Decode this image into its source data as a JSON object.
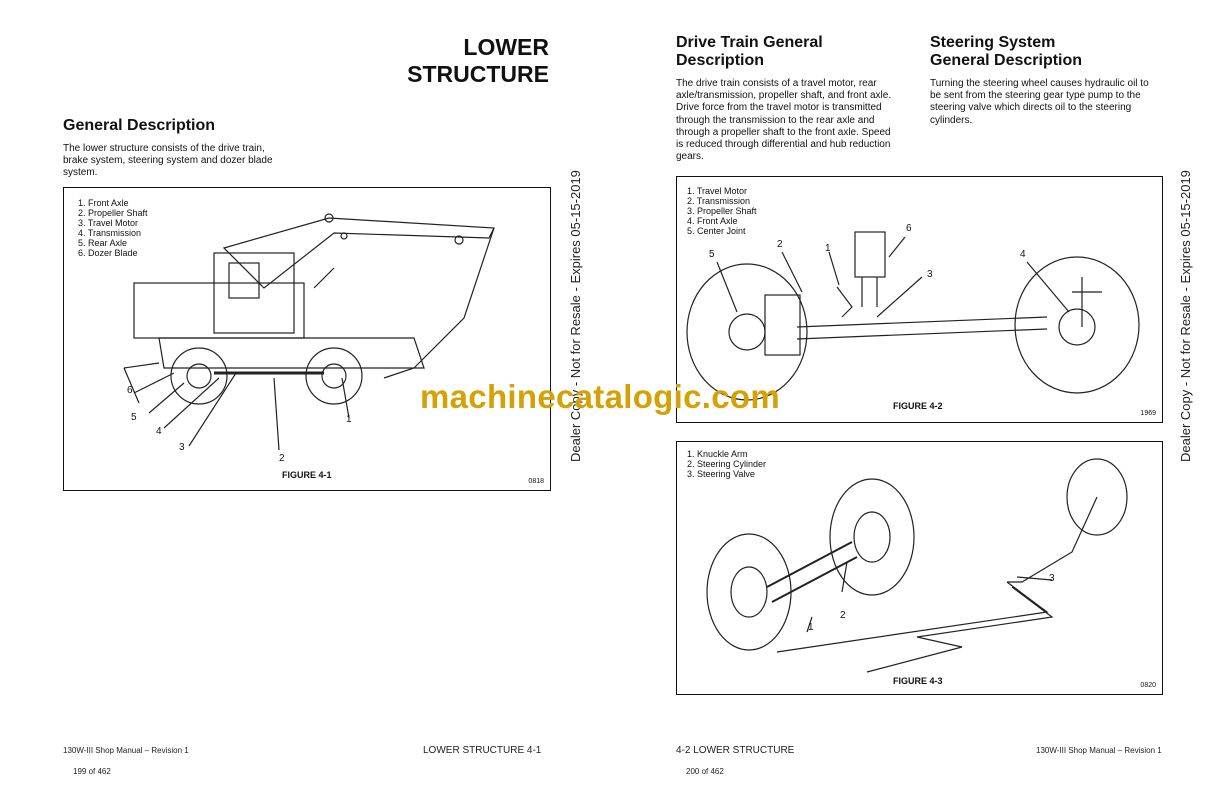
{
  "left_page": {
    "title_line1": "LOWER",
    "title_line2": "STRUCTURE",
    "section_heading": "General Description",
    "section_text": "The lower structure consists of the drive train, brake system, steering system and dozer blade system.",
    "figure": {
      "caption": "FIGURE 4-1",
      "code": "0818",
      "legend": [
        "1.  Front Axle",
        "2.  Propeller Shaft",
        "3.  Travel Motor",
        "4.  Transmission",
        "5.  Rear Axle",
        "6.  Dozer Blade"
      ],
      "callouts": [
        "1",
        "2",
        "3",
        "4",
        "5",
        "6"
      ]
    },
    "footer_left": "130W-III Shop Manual – Revision 1",
    "footer_right": "LOWER STRUCTURE   4-1",
    "page_count": "199 of 462"
  },
  "right_page": {
    "drive_heading_line1": "Drive Train General",
    "drive_heading_line2": "Description",
    "drive_text": "The drive train consists of a travel motor, rear axle/transmission, propeller shaft, and front axle. Drive force from the travel motor is transmitted through the transmission to the rear axle and through a propeller shaft to the front axle. Speed is reduced through differential and hub reduction gears.",
    "steering_heading_line1": "Steering System",
    "steering_heading_line2": "General Description",
    "steering_text": "Turning the steering wheel causes hydraulic oil to be sent from the steering gear type pump to the steering valve which directs oil to the steering cylinders.",
    "figure2": {
      "caption": "FIGURE 4-2",
      "code": "1969",
      "legend": [
        "1.  Travel Motor",
        "2.  Transmission",
        "3.  Propeller Shaft",
        "4.  Front Axle",
        "5.  Center Joint"
      ],
      "callouts": [
        "5",
        "2",
        "1",
        "6",
        "3",
        "4"
      ]
    },
    "figure3": {
      "caption": "FIGURE 4-3",
      "code": "0820",
      "legend": [
        "1.  Knuckle Arm",
        "2.  Steering Cylinder",
        "3.  Steering Valve"
      ],
      "callouts": [
        "1",
        "2",
        "3"
      ]
    },
    "footer_left": "4-2   LOWER STRUCTURE",
    "footer_right": "130W-III Shop Manual – Revision 1",
    "page_count": "200 of 462"
  },
  "stamp": "Dealer Copy - Not for Resale - Expires 05-15-2019",
  "watermark": "machinecatalogic.com"
}
